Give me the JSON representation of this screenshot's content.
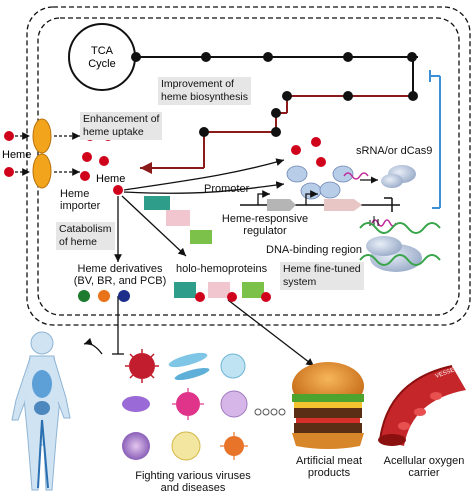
{
  "labels": {
    "tca": [
      "TCA",
      "Cycle"
    ],
    "improvement": [
      "Improvement of",
      "heme biosynthesis"
    ],
    "enhancement": [
      "Enhancement of",
      "heme uptake"
    ],
    "heme_left": "Heme",
    "heme_inner": "Heme",
    "importer": [
      "Heme",
      "importer"
    ],
    "catabolism": [
      "Catabolism",
      "of heme"
    ],
    "derivatives": [
      "Heme derivatives",
      "(BV, BR, and PCB)"
    ],
    "holo": "holo-hemoproteins",
    "promoter": "Promoter",
    "regulator": [
      "Heme-responsive",
      "regulator"
    ],
    "dna_binding": "DNA-binding region",
    "srna": "sRNA/or dCas9",
    "finetuned": [
      "Heme fine-tuned",
      "system"
    ],
    "viruses": [
      "Fighting various viruses",
      "and diseases"
    ],
    "meat": [
      "Artificial meat",
      "products"
    ],
    "oxygen": [
      "Acellular oxygen",
      "carrier"
    ],
    "vessel": "VESSEL"
  },
  "colors": {
    "pathway_dark_red": "#8b1a1a",
    "heme_red": "#d0021b",
    "importer_orange": "#f2a51c",
    "regulator_blue": "#a9c4e4",
    "repression_blue": "#3a8fd6",
    "label_box_gray": "#e6e6e6",
    "derivative_green": "#1e7a2e",
    "derivative_orange": "#e8731a",
    "derivative_navy": "#1c2e8a"
  }
}
